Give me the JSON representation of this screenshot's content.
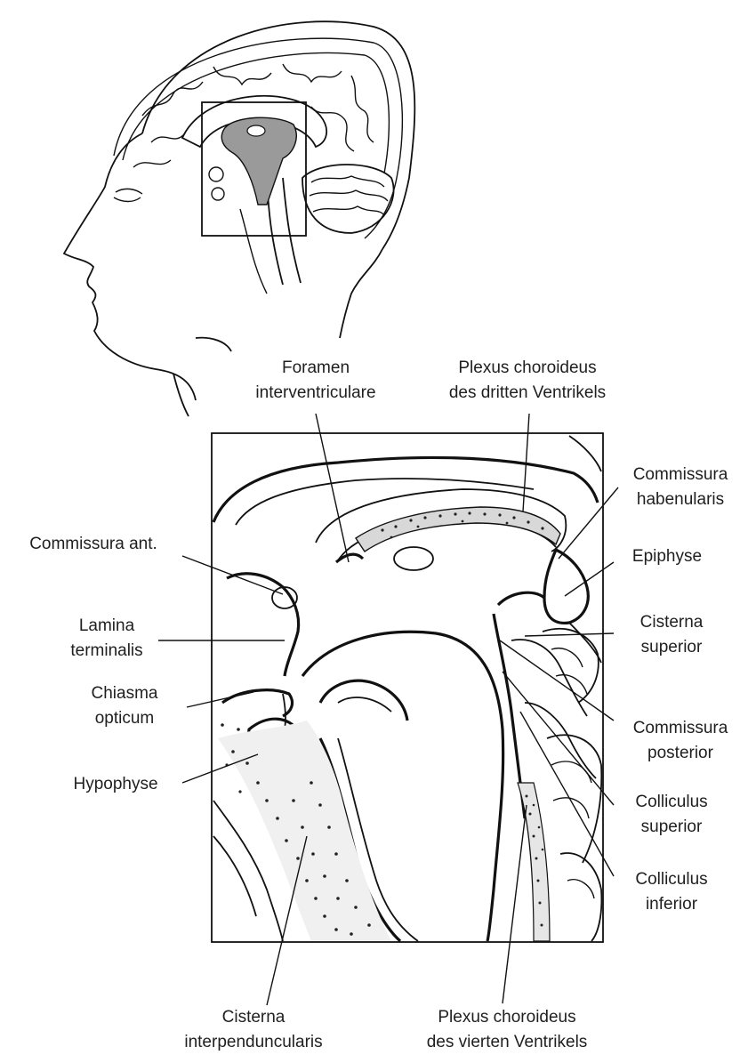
{
  "labels": {
    "foramen": [
      "Foramen",
      "interventriculare"
    ],
    "plexus_third": [
      "Plexus choroideus",
      "des dritten Ventrikels"
    ],
    "commissura_hab": [
      "Commissura",
      "habenularis"
    ],
    "commissura_ant": [
      "Commissura ant."
    ],
    "epiphyse": [
      "Epiphyse"
    ],
    "lamina": [
      "Lamina",
      "terminalis"
    ],
    "cisterna_sup": [
      "Cisterna",
      "superior"
    ],
    "chiasma": [
      "Chiasma",
      "opticum"
    ],
    "commissura_post": [
      "Commissura",
      "posterior"
    ],
    "hypophyse": [
      "Hypophyse"
    ],
    "colliculus_sup": [
      "Colliculus",
      "superior"
    ],
    "colliculus_inf": [
      "Colliculus",
      "inferior"
    ],
    "cisterna_inter": [
      "Cisterna",
      "interpenduncularis"
    ],
    "plexus_fourth": [
      "Plexus choroideus",
      "des vierten Ventrikels"
    ]
  }
}
